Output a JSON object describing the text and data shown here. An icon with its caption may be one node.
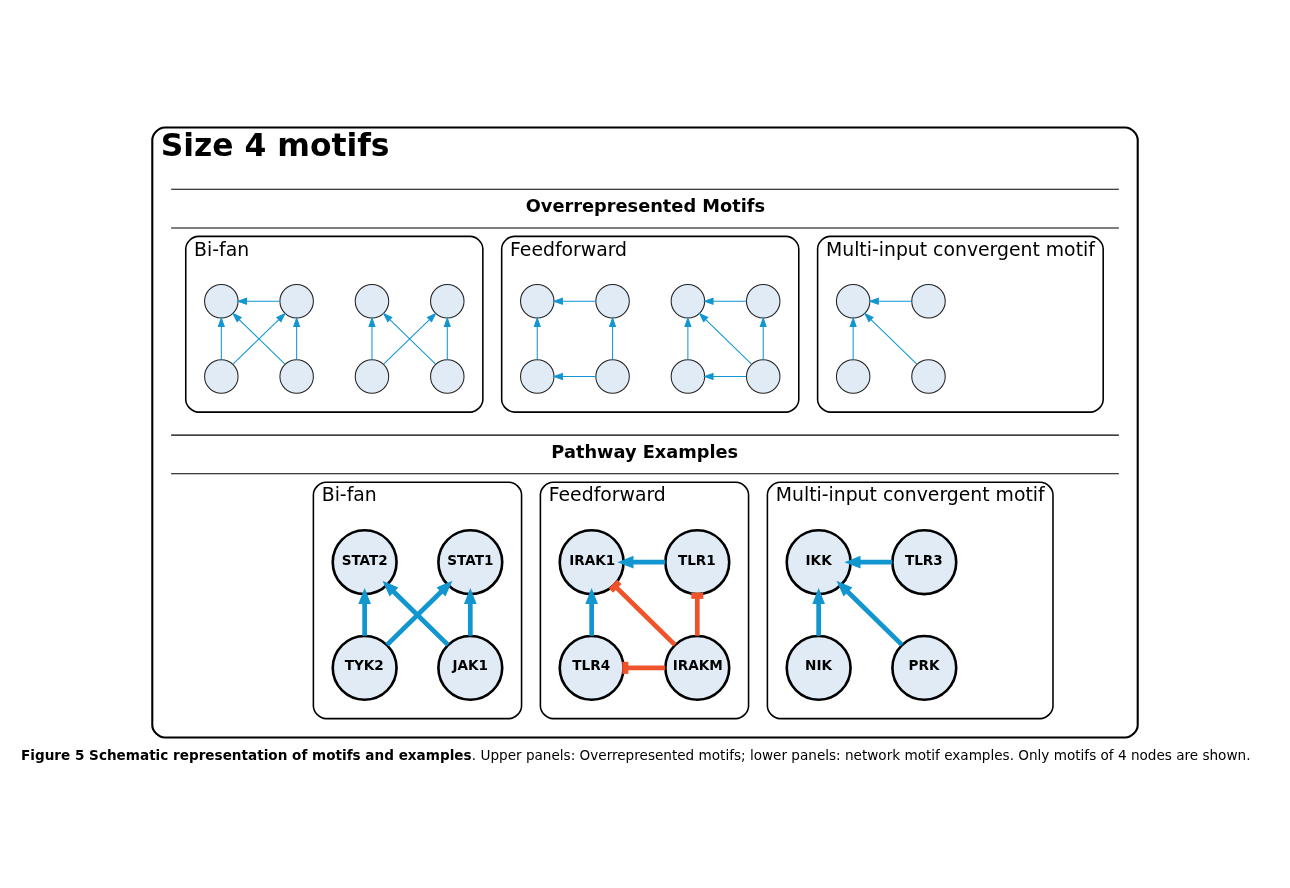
{
  "diagram": {
    "caption": "**Figure 5 Schematic representation of motifs and examples**. Upper panels: Overrepresented motifs; lower panels: network motif examples. Only motifs of 4 nodes are shown.",
    "nodes": [
      {
        "text": [
          "Size 4 motifs"
        ]
      },
      {
        "text": [
          "Overrepresented Motifs"
        ],
        "in": 0
      },
      {
        "text": [
          "Bi-fan"
        ],
        "in": 0
      },
      {
        "text": [],
        "shape": "circle",
        "in": 2
      },
      {
        "text": [],
        "shape": "circle",
        "in": 2
      },
      {
        "text": [],
        "shape": "circle",
        "in": 2
      },
      {
        "text": [],
        "shape": "circle",
        "in": 2
      },
      {
        "text": [],
        "shape": "circle",
        "in": 2
      },
      {
        "text": [],
        "shape": "circle",
        "in": 2
      },
      {
        "text": [],
        "shape": "circle",
        "in": 2
      },
      {
        "text": [],
        "shape": "circle",
        "in": 2
      },
      {
        "text": [
          "Feedforward"
        ],
        "in": 0
      },
      {
        "text": [],
        "shape": "circle",
        "in": 11
      },
      {
        "text": [],
        "shape": "circle",
        "in": 11
      },
      {
        "text": [],
        "shape": "circle",
        "in": 11
      },
      {
        "text": [],
        "shape": "circle",
        "in": 11
      },
      {
        "text": [],
        "shape": "circle",
        "in": 11
      },
      {
        "text": [],
        "shape": "circle",
        "in": 11
      },
      {
        "text": [],
        "shape": "circle",
        "in": 11
      },
      {
        "text": [],
        "shape": "circle",
        "in": 11
      },
      {
        "text": [
          "Multi-input convergent motif"
        ],
        "in": 0
      },
      {
        "text": [],
        "shape": "circle",
        "in": 20
      },
      {
        "text": [],
        "shape": "circle",
        "in": 20
      },
      {
        "text": [],
        "shape": "circle",
        "in": 20
      },
      {
        "text": [],
        "shape": "circle",
        "in": 20
      },
      {
        "text": [
          "Pathway Examples"
        ],
        "in": 0
      },
      {
        "text": [
          "Bi-fan"
        ],
        "in": 0
      },
      {
        "text": [
          "STAT1"
        ],
        "in": 26
      },
      {
        "text": [
          "STAT2"
        ],
        "in": 26
      },
      {
        "text": [
          "TYK2"
        ],
        "in": 26
      },
      {
        "text": [
          "JAK1"
        ],
        "in": 26
      },
      {
        "text": [
          "Feedforward"
        ],
        "in": 0
      },
      {
        "text": [
          "IRAK1"
        ],
        "in": 31
      },
      {
        "text": [
          "TLR1"
        ],
        "in": 31
      },
      {
        "text": [
          "TLR4"
        ],
        "in": 31
      },
      {
        "text": [
          "IRAKM"
        ],
        "in": 31
      },
      {
        "text": [
          "Multi-input convergent motif"
        ],
        "in": 0
      },
      {
        "text": [
          "IKK"
        ],
        "in": 36
      },
      {
        "text": [
          "TLR3"
        ],
        "in": 36
      },
      {
        "text": [
          "NIK"
        ],
        "in": 36
      },
      {
        "text": [
          "PRK"
        ],
        "in": 36
      }
    ],
    "edges": [
      {
        "from": 5,
        "to": 3,
        "arrow": "to"
      },
      {
        "from": 5,
        "to": 4,
        "arrow": "to"
      },
      {
        "from": 6,
        "to": 3,
        "arrow": "to"
      },
      {
        "from": 6,
        "to": 4,
        "arrow": "to"
      },
      {
        "from": 8,
        "to": 7,
        "arrow": "to"
      },
      {
        "from": 9,
        "to": 7,
        "arrow": "to"
      },
      {
        "from": 9,
        "to": 8,
        "arrow": "to"
      },
      {
        "from": 10,
        "to": 7,
        "arrow": "to"
      },
      {
        "from": 10,
        "to": 8,
        "arrow": "to"
      },
      {
        "from": 13,
        "to": 12,
        "arrow": "to"
      },
      {
        "from": 14,
        "to": 12,
        "arrow": "to"
      },
      {
        "from": 15,
        "to": 12,
        "arrow": "to"
      },
      {
        "from": 15,
        "to": 13,
        "arrow": "to"
      },
      {
        "from": 15,
        "to": 14,
        "arrow": "to"
      },
      {
        "from": 17,
        "to": 16,
        "arrow": "to"
      },
      {
        "from": 18,
        "to": 16,
        "arrow": "to"
      },
      {
        "from": 19,
        "to": 17,
        "arrow": "to"
      },
      {
        "from": 19,
        "to": 18,
        "arrow": "to"
      },
      {
        "from": 22,
        "to": 21,
        "arrow": "to"
      },
      {
        "from": 23,
        "to": 21,
        "arrow": "to"
      },
      {
        "from": 24,
        "to": 21,
        "arrow": "to"
      },
      {
        "from": 29,
        "to": 27,
        "arrow": "to",
        "style": "thick"
      },
      {
        "from": 29,
        "to": 28,
        "arrow": "to",
        "style": "thick"
      },
      {
        "from": 30,
        "to": 27,
        "arrow": "to",
        "style": "thick"
      },
      {
        "from": 30,
        "to": 28,
        "arrow": "to",
        "style": "thick"
      },
      {
        "from": 33,
        "to": 32,
        "arrow": "to",
        "style": "thick"
      },
      {
        "from": 34,
        "to": 32,
        "arrow": "to",
        "style": "thick"
      },
      {
        "from": 35,
        "to": 32,
        "arrow": "other",
        "style": "thick",
        "color": "#f0522a"
      },
      {
        "from": 35,
        "to": 33,
        "arrow": "other",
        "style": "thick",
        "color": "#f0522a"
      },
      {
        "from": 35,
        "to": 34,
        "arrow": "other",
        "style": "thick",
        "color": "#f0522a"
      },
      {
        "from": 38,
        "to": 37,
        "arrow": "to",
        "style": "thick"
      },
      {
        "from": 39,
        "to": 37,
        "arrow": "to",
        "style": "thick"
      },
      {
        "from": 40,
        "to": 37,
        "arrow": "to",
        "style": "thick"
      }
    ]
  }
}
